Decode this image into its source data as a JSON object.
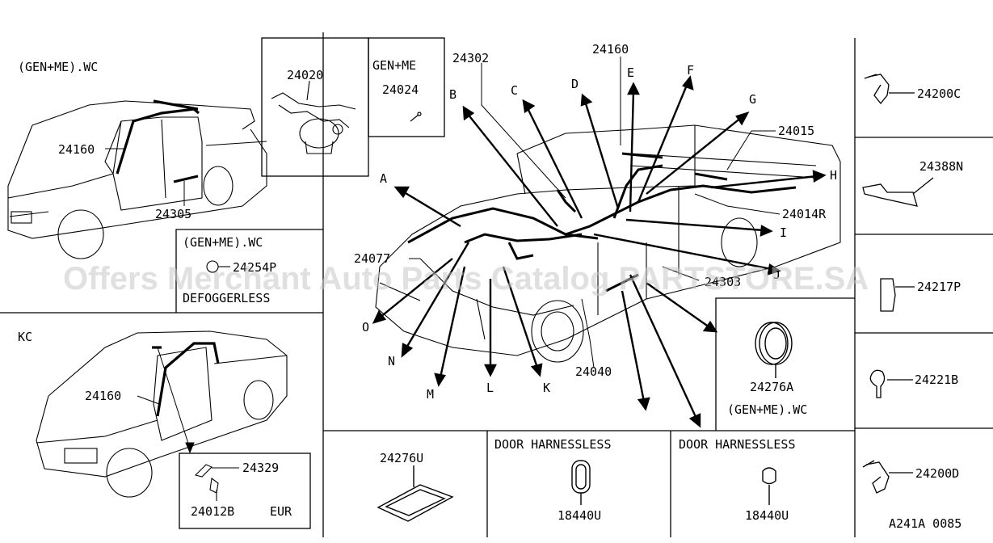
{
  "watermark": "Offers Merchant Auto Parts Catalog PARTSTORE.SA",
  "diagram_code": "A241A 0085",
  "views": {
    "gen_me_wc": {
      "title": "(GEN+ME).WC",
      "parts": [
        "24160",
        "24305"
      ]
    },
    "kc": {
      "title": "KC",
      "parts": [
        "24160"
      ]
    }
  },
  "panels": {
    "clip_detail": {
      "part": "24020"
    },
    "gen_me_box": {
      "title": "GEN+ME",
      "part": "24024"
    },
    "defogger": {
      "title": "(GEN+ME).WC",
      "part": "24254P",
      "note": "DEFOGGERLESS"
    },
    "eur": {
      "parts": [
        "24329",
        "24012B"
      ],
      "note": "EUR"
    },
    "grommet": {
      "part": "24276A",
      "note": "(GEN+ME).WC"
    },
    "bottom_grommet": {
      "part": "24276U"
    },
    "door_left": {
      "title": "DOOR HARNESSLESS",
      "part": "18440U"
    },
    "door_right": {
      "title": "DOOR HARNESSLESS",
      "part": "18440U"
    }
  },
  "main_labels": [
    "24302",
    "24160",
    "24015",
    "24014R",
    "24077",
    "24303",
    "24040"
  ],
  "letters": [
    "A",
    "B",
    "C",
    "D",
    "E",
    "F",
    "G",
    "H",
    "I",
    "J",
    "K",
    "L",
    "M",
    "N",
    "O"
  ],
  "side_parts": [
    "24200C",
    "24388N",
    "24217P",
    "24221B",
    "24200D"
  ]
}
